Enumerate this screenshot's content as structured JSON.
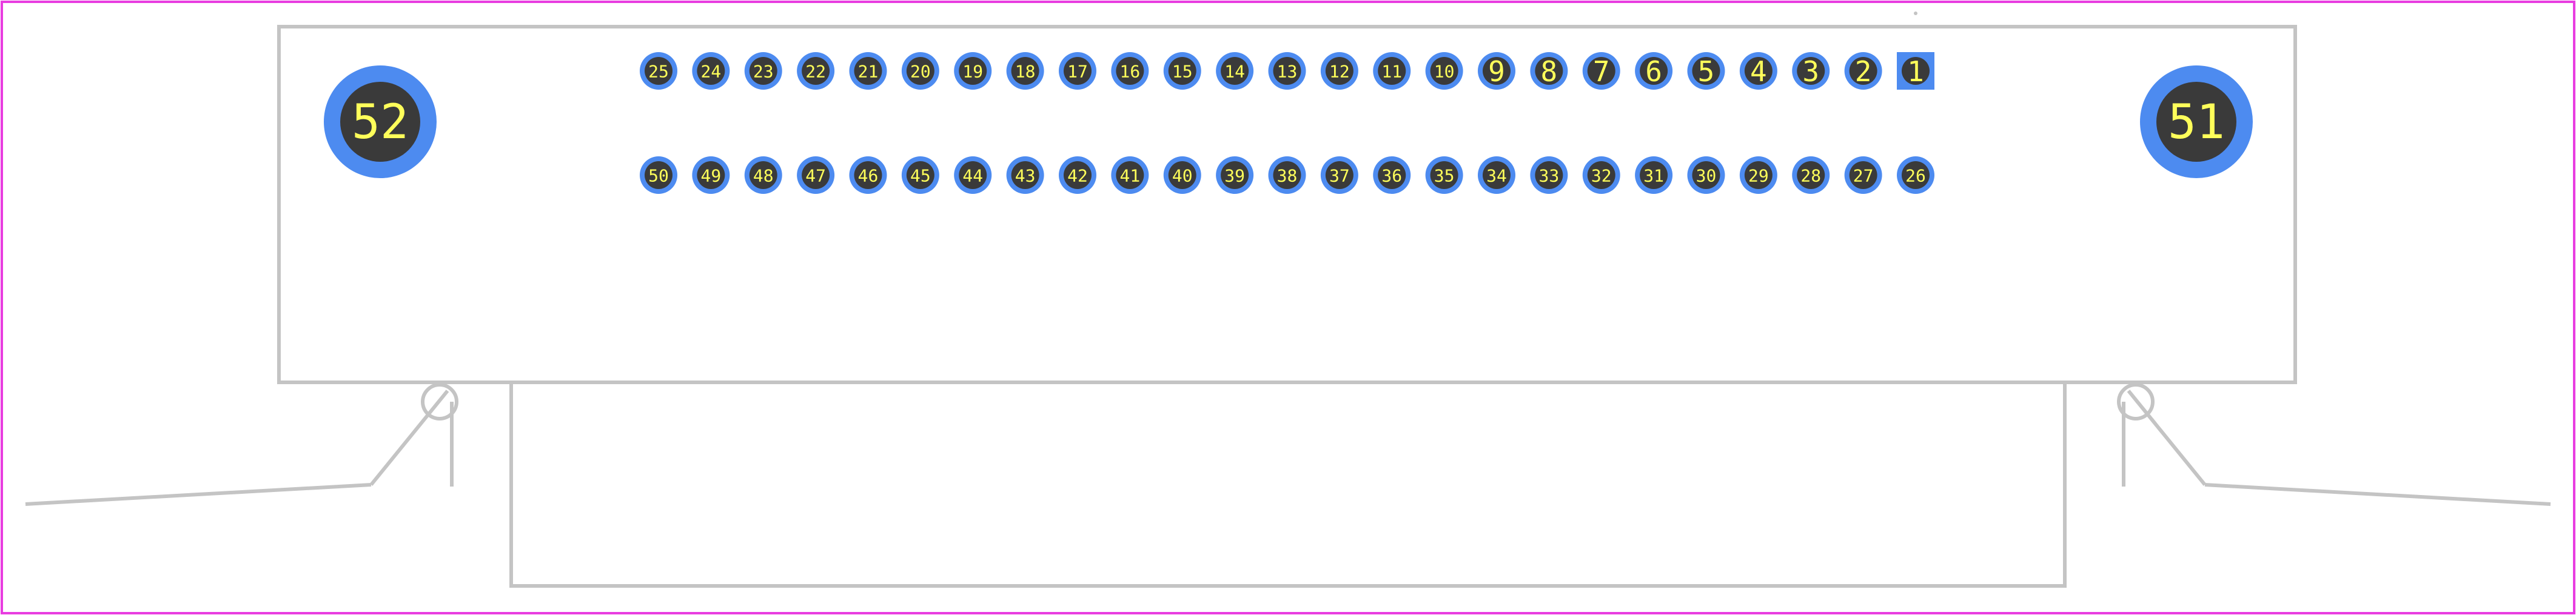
{
  "colors": {
    "background": "#ffffff",
    "frame": "#e83ce0",
    "outline": "#c4c4c4",
    "pad": "#4d8bf0",
    "hole": "#3a3a3a",
    "label": "#ffff5a"
  },
  "pads": {
    "top_row": [
      "25",
      "24",
      "23",
      "22",
      "21",
      "20",
      "19",
      "18",
      "17",
      "16",
      "15",
      "14",
      "13",
      "12",
      "11",
      "10",
      "9",
      "8",
      "7",
      "6",
      "5",
      "4",
      "3",
      "2",
      "1"
    ],
    "bottom_row": [
      "50",
      "49",
      "48",
      "47",
      "46",
      "45",
      "44",
      "43",
      "42",
      "41",
      "40",
      "39",
      "38",
      "37",
      "36",
      "35",
      "34",
      "33",
      "32",
      "31",
      "30",
      "29",
      "28",
      "27",
      "26"
    ],
    "pin_one": "1",
    "mount_left": "52",
    "mount_right": "51"
  }
}
